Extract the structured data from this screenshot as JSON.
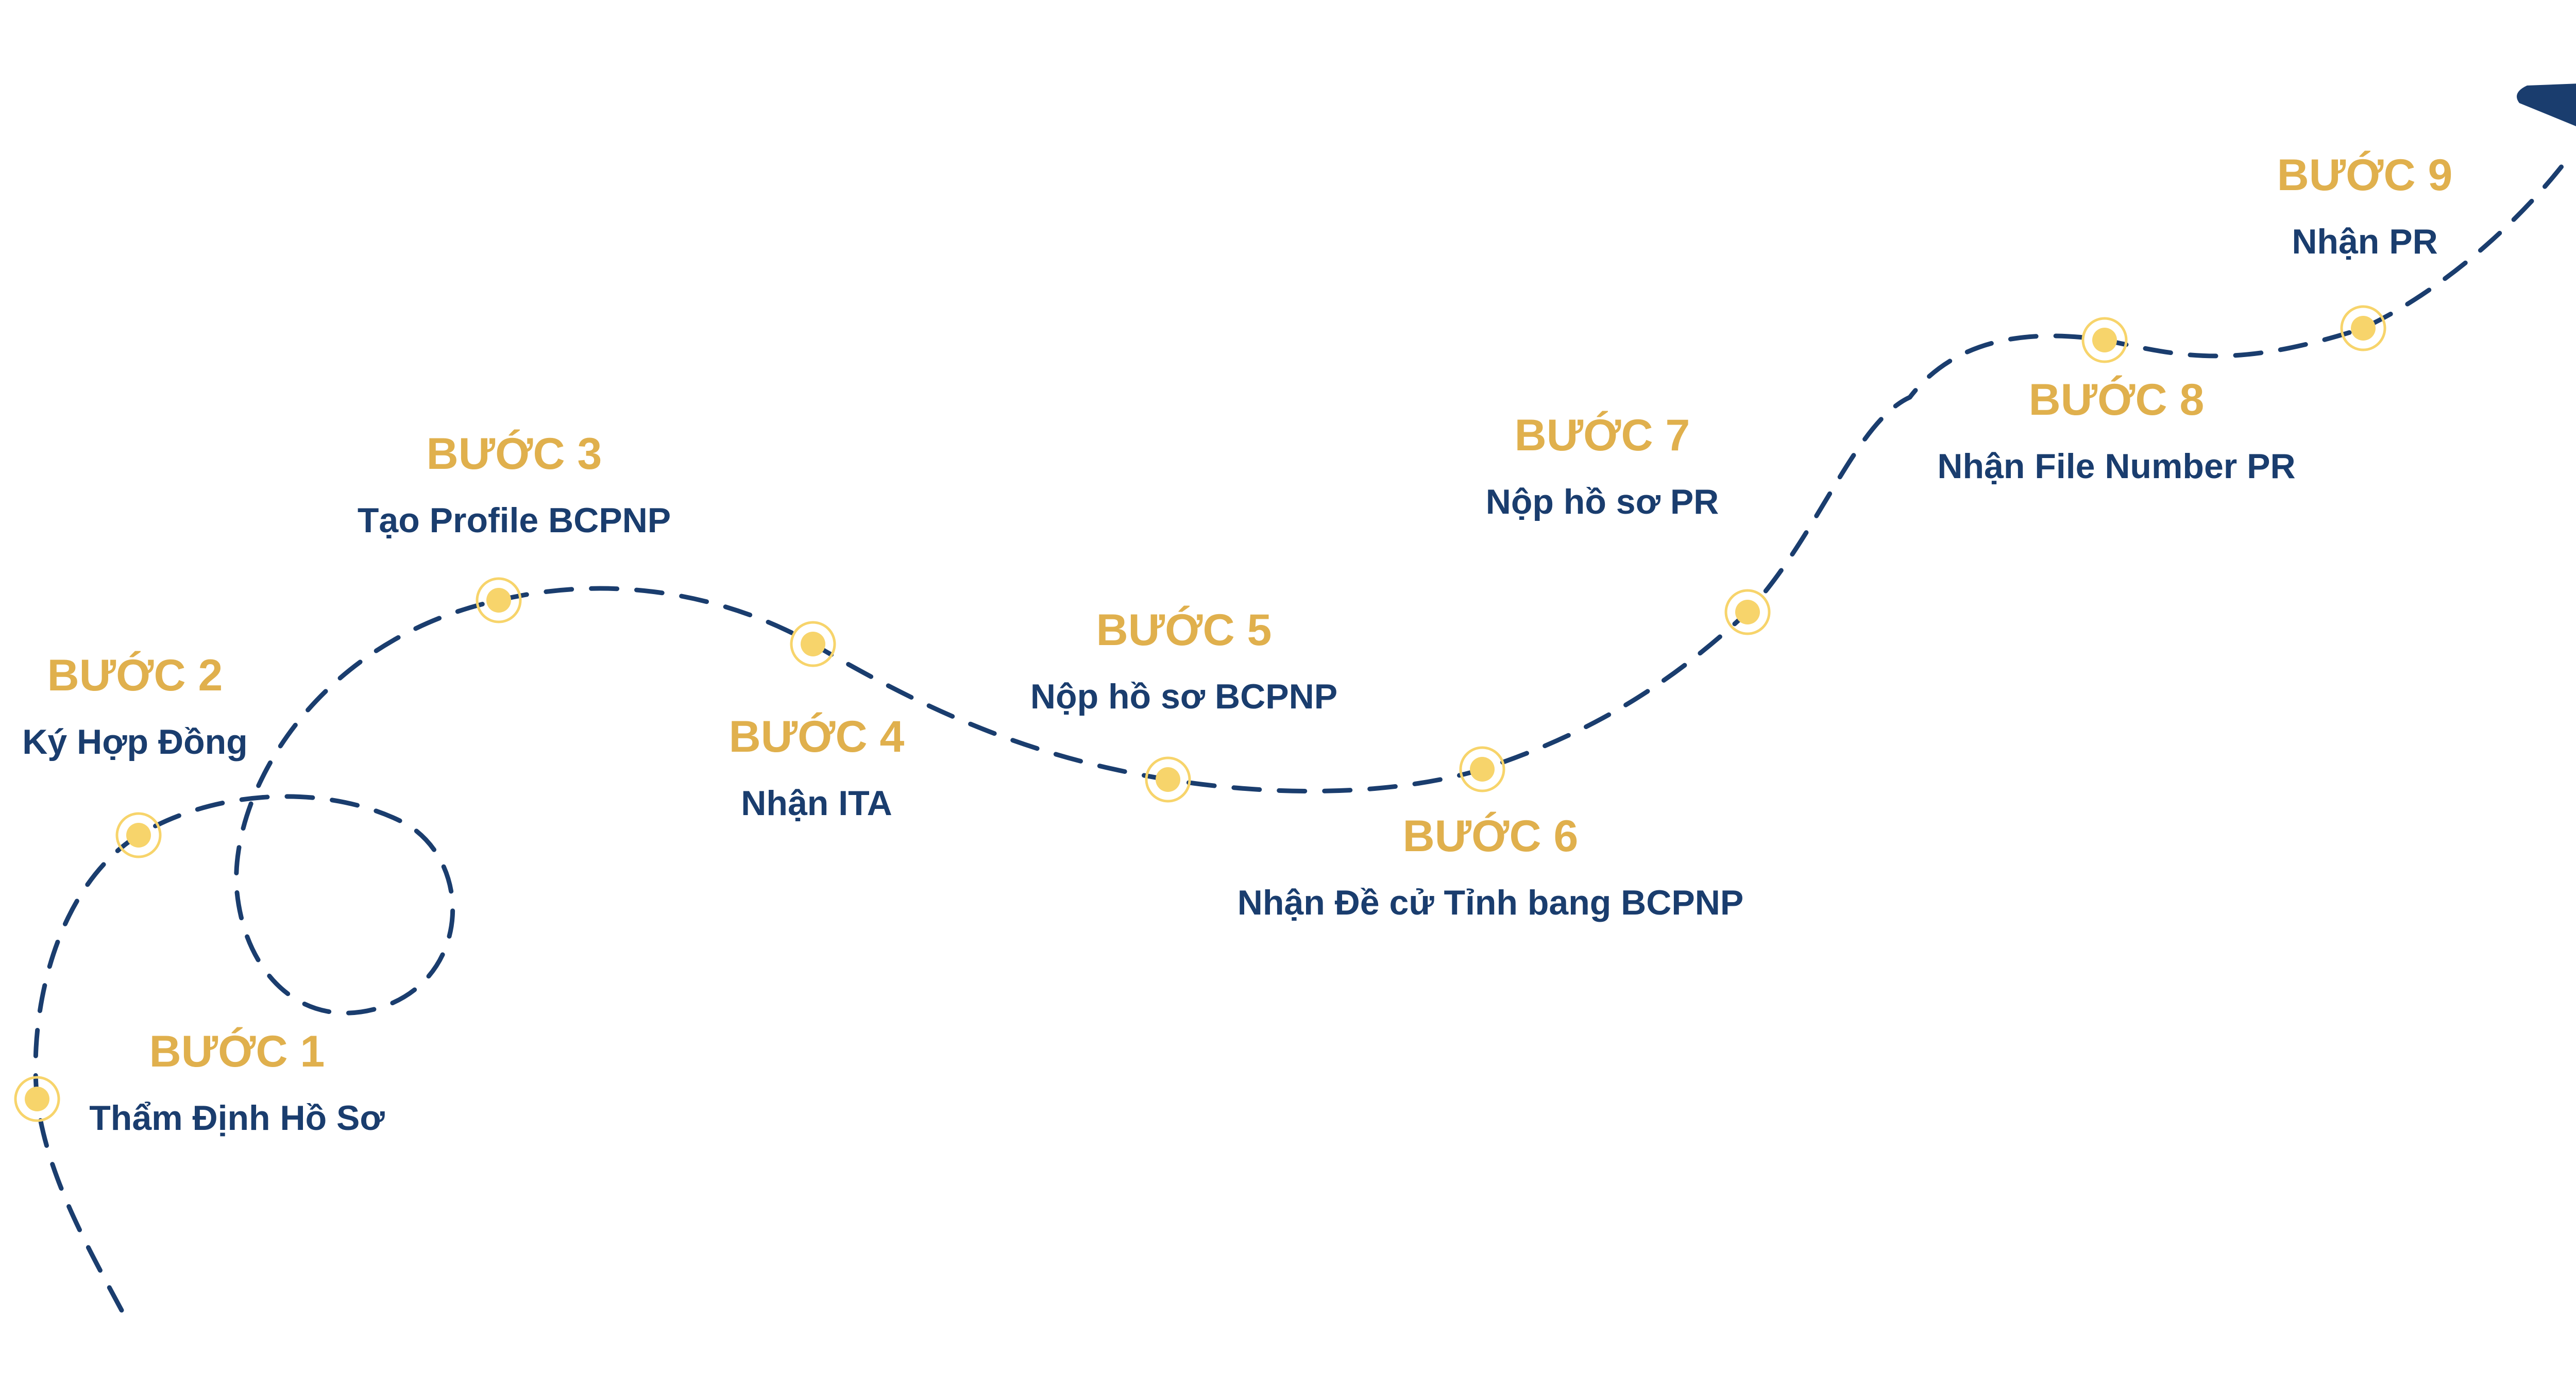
{
  "colors": {
    "path": "#1A3D6E",
    "arrow": "#1A3D6E",
    "step_title": "#E0B04D",
    "step_desc": "#1A3D6E",
    "dot_fill": "#F7D46B",
    "dot_ring": "#F7D46B",
    "background": "#FFFFFF"
  },
  "icons": {
    "end": "navigation-arrow-icon",
    "milestone": "milestone-dot-icon"
  },
  "steps": [
    {
      "title": "BƯỚC 1",
      "desc": "Thẩm Định Hồ Sơ"
    },
    {
      "title": "BƯỚC 2",
      "desc": "Ký Hợp Đồng"
    },
    {
      "title": "BƯỚC 3",
      "desc": "Tạo Profile BCPNP"
    },
    {
      "title": "BƯỚC 4",
      "desc": "Nhận ITA"
    },
    {
      "title": "BƯỚC 5",
      "desc": "Nộp hồ sơ BCPNP"
    },
    {
      "title": "BƯỚC 6",
      "desc": "Nhận Đề cử Tỉnh bang BCPNP"
    },
    {
      "title": "BƯỚC 7",
      "desc": "Nộp hồ sơ PR"
    },
    {
      "title": "BƯỚC 8",
      "desc": "Nhận File Number PR"
    },
    {
      "title": "BƯỚC 9",
      "desc": "Nhận PR"
    }
  ]
}
